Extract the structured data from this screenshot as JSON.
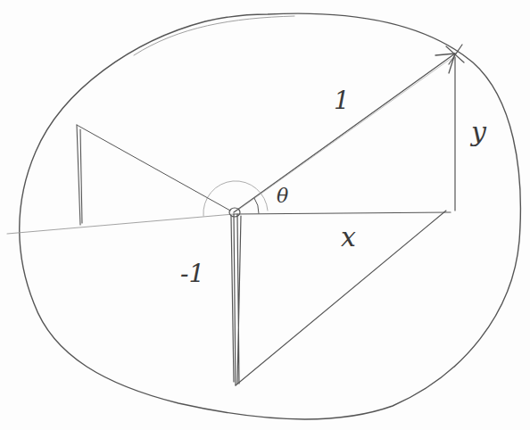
{
  "diagram": {
    "labels": [
      "1",
      "y",
      "θ",
      "x",
      "-1"
    ]
  }
}
